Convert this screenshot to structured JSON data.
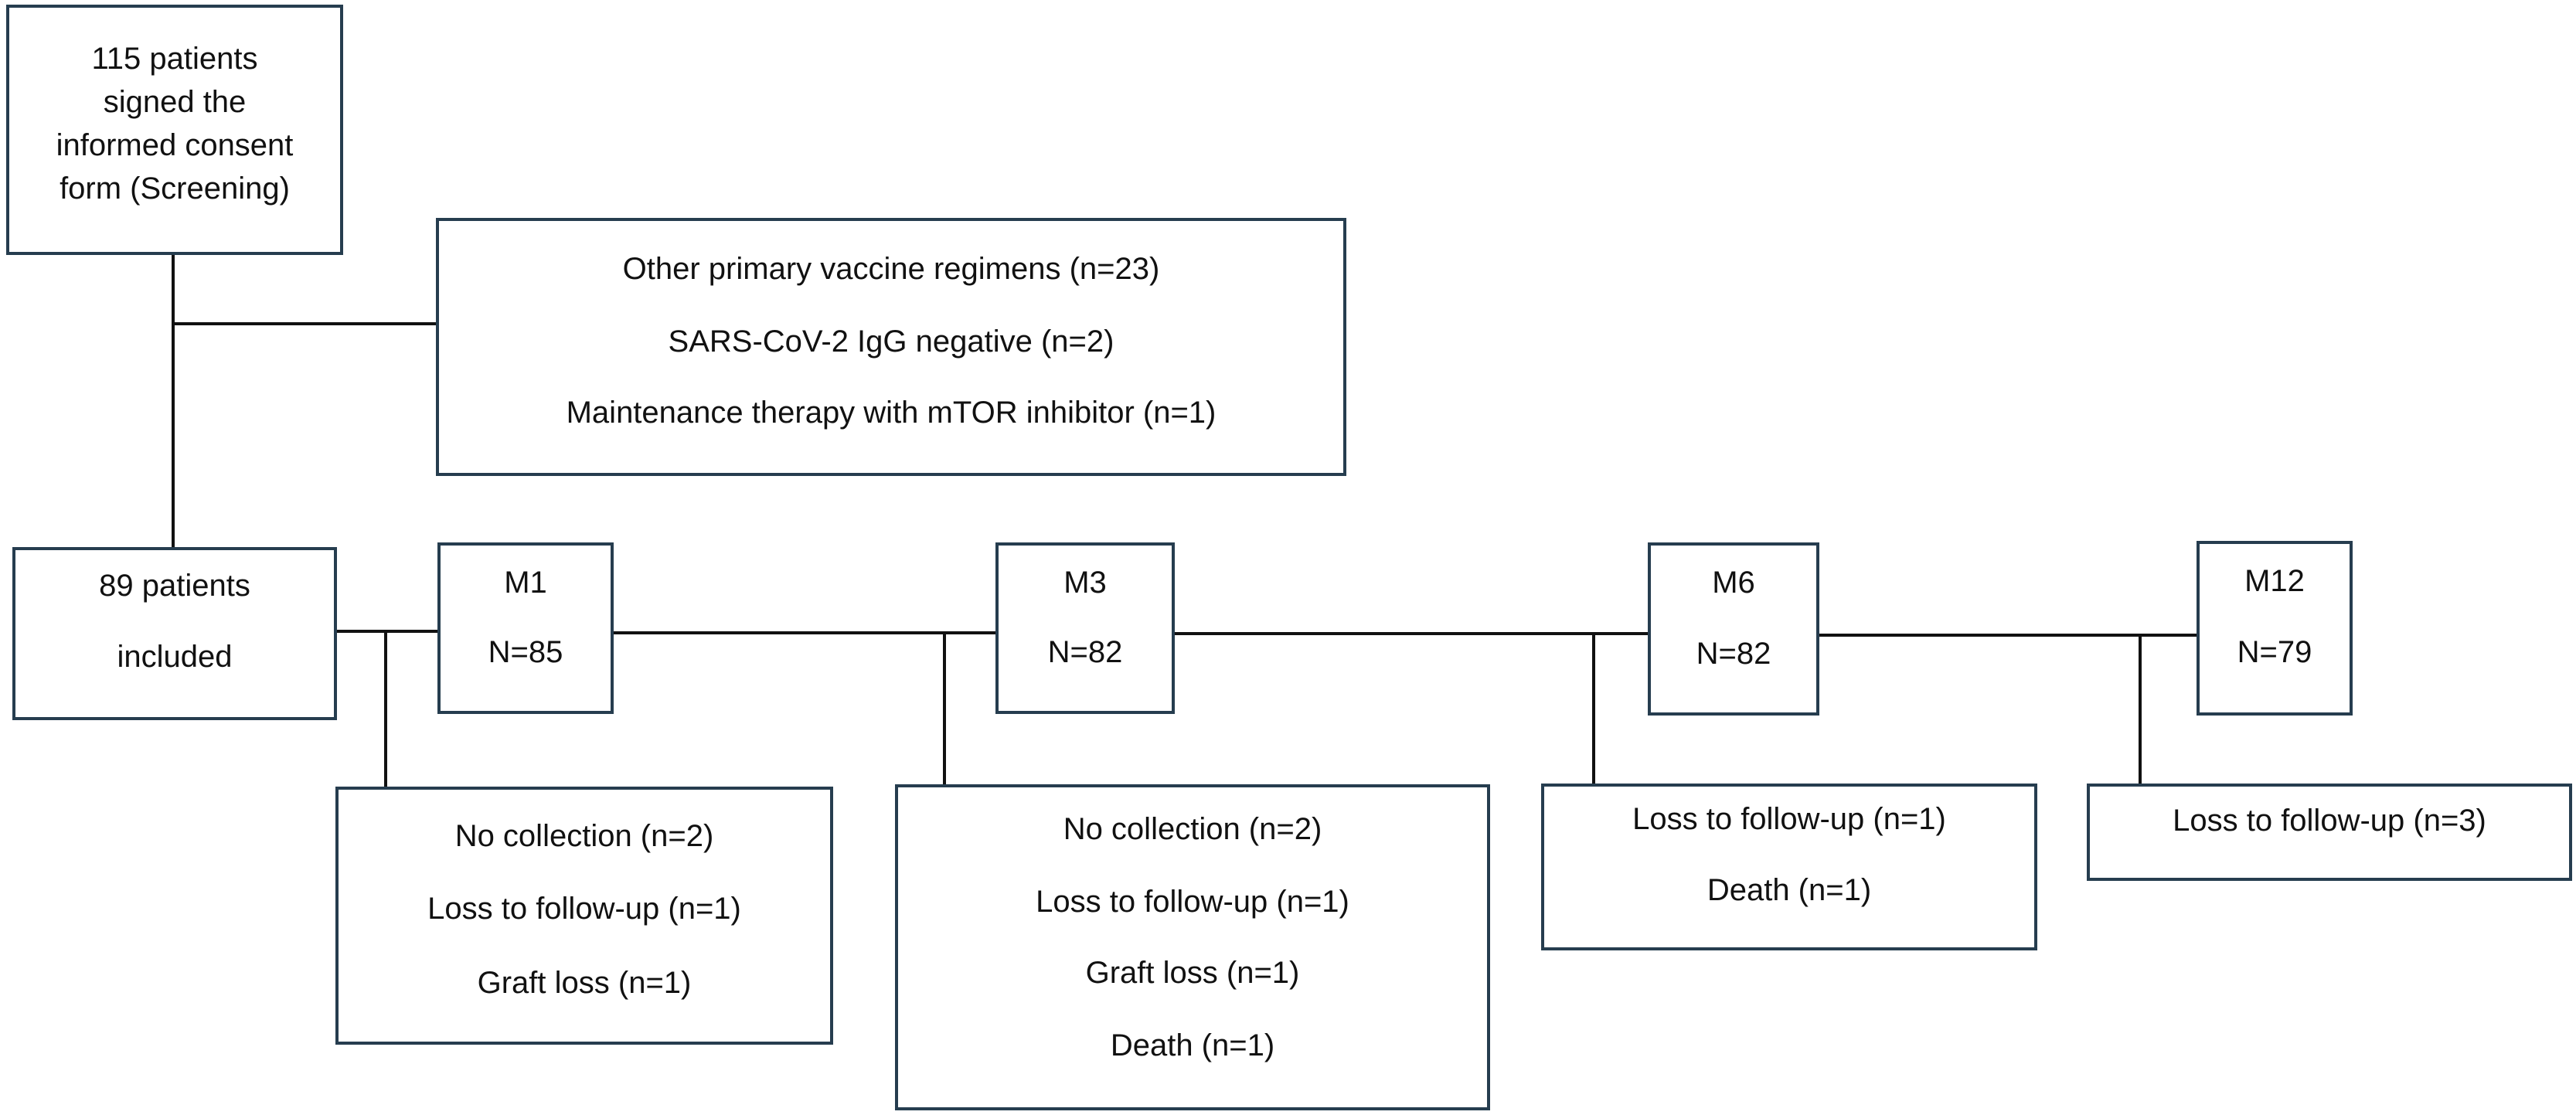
{
  "screening": {
    "lines": [
      "115 patients",
      "signed the",
      "informed consent",
      "form (Screening)"
    ]
  },
  "exclusions": [
    "Other primary vaccine regimens (n=23)",
    "SARS-CoV-2 IgG negative (n=2)",
    "Maintenance therapy with mTOR inhibitor (n=1)"
  ],
  "included": {
    "line1": "89 patients",
    "line2": "included"
  },
  "timepoints": [
    {
      "label": "M1",
      "n": "N=85"
    },
    {
      "label": "M3",
      "n": "N=82"
    },
    {
      "label": "M6",
      "n": "N=82"
    },
    {
      "label": "M12",
      "n": "N=79"
    }
  ],
  "losses": {
    "m1": [
      "No collection (n=2)",
      "Loss to follow-up (n=1)",
      "Graft loss (n=1)"
    ],
    "m3": [
      "No collection (n=2)",
      "Loss to follow-up (n=1)",
      "Graft loss (n=1)",
      "Death (n=1)"
    ],
    "m6": [
      "Loss to follow-up (n=1)",
      "Death (n=1)"
    ],
    "m12": [
      "Loss to follow-up (n=3)"
    ]
  }
}
